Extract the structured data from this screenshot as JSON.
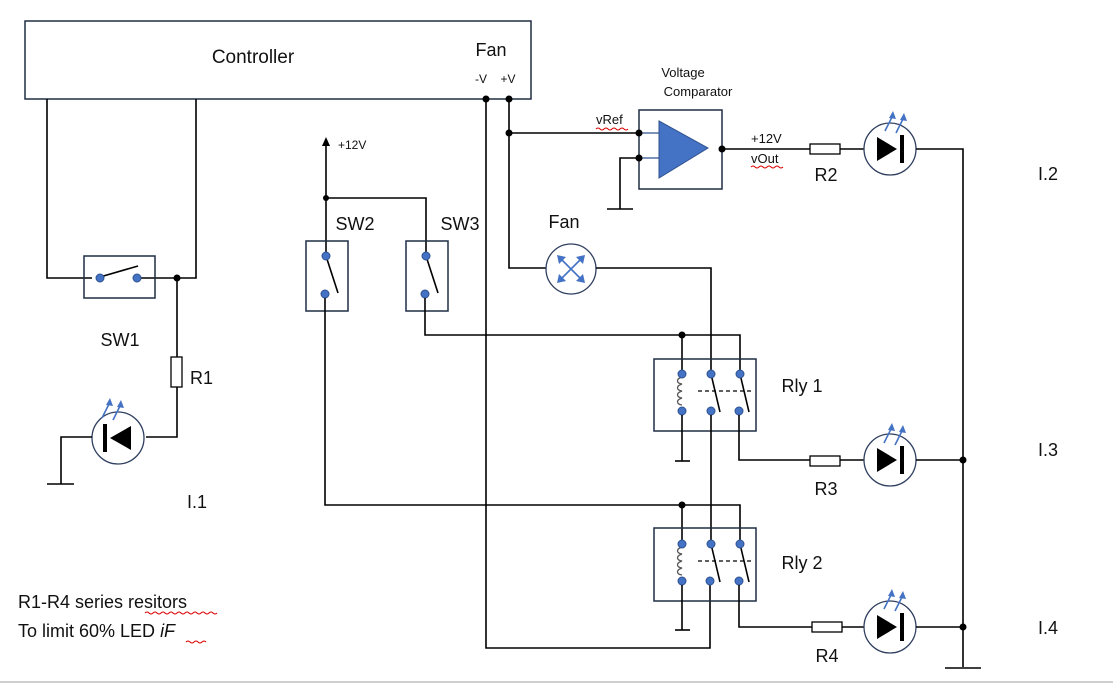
{
  "diagram": {
    "type": "circuit-schematic",
    "controller": {
      "label": "Controller",
      "fan_label": "Fan",
      "neg_pin": "-V",
      "pos_pin": "+V"
    },
    "comparator": {
      "title_line1": "Voltage",
      "title_line2": "Comparator",
      "ref_label": "vRef",
      "out_supply": "+12V",
      "out_label": "vOut"
    },
    "supply": {
      "label": "+12V"
    },
    "switches": [
      {
        "id": "SW1",
        "label": "SW1"
      },
      {
        "id": "SW2",
        "label": "SW2"
      },
      {
        "id": "SW3",
        "label": "SW3"
      }
    ],
    "fan": {
      "label": "Fan"
    },
    "relays": [
      {
        "id": "Rly1",
        "label": "Rly 1"
      },
      {
        "id": "Rly2",
        "label": "Rly 2"
      }
    ],
    "resistors": [
      {
        "id": "R1",
        "label": "R1"
      },
      {
        "id": "R2",
        "label": "R2"
      },
      {
        "id": "R3",
        "label": "R3"
      },
      {
        "id": "R4",
        "label": "R4"
      }
    ],
    "indicators": [
      {
        "id": "I1",
        "label": "I.1"
      },
      {
        "id": "I2",
        "label": "I.2"
      },
      {
        "id": "I3",
        "label": "I.3"
      },
      {
        "id": "I4",
        "label": "I.4"
      }
    ],
    "note": {
      "line1": "R1-R4 series resitors",
      "line2_prefix": "To limit 60% LED ",
      "line2_italic": "iF"
    },
    "colors": {
      "component_blue": "#4472c4",
      "wire": "#000000",
      "box_border": "#1f2d44",
      "spell_underline": "#dd0000"
    }
  }
}
